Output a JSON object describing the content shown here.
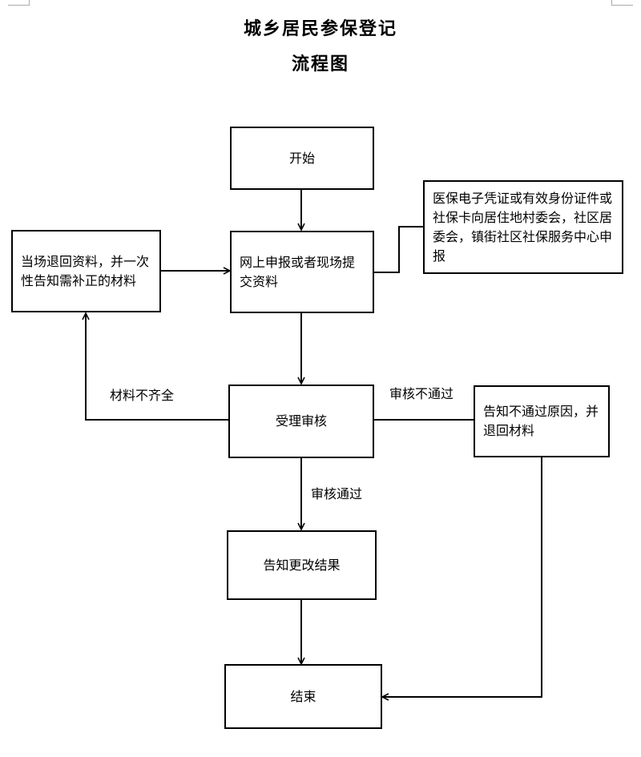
{
  "title": "城乡居民参保登记",
  "subtitle": "流程图",
  "nodes": {
    "start": "开始",
    "submit": "网上申报或者现场提交资料",
    "channels": "医保电子凭证或有效身份证件或社保卡向居住地村委会，社区居委会，镇街社区社保服务中心申报",
    "return_incomplete": "当场退回资料，并一次性告知需补正的材料",
    "review": "受理审核",
    "reject_notice": "告知不通过原因，并退回材料",
    "result_notice": "告知更改结果",
    "end": "结束"
  },
  "edge_labels": {
    "incomplete": "材料不齐全",
    "rejected": "审核不通过",
    "approved": "审核通过"
  }
}
